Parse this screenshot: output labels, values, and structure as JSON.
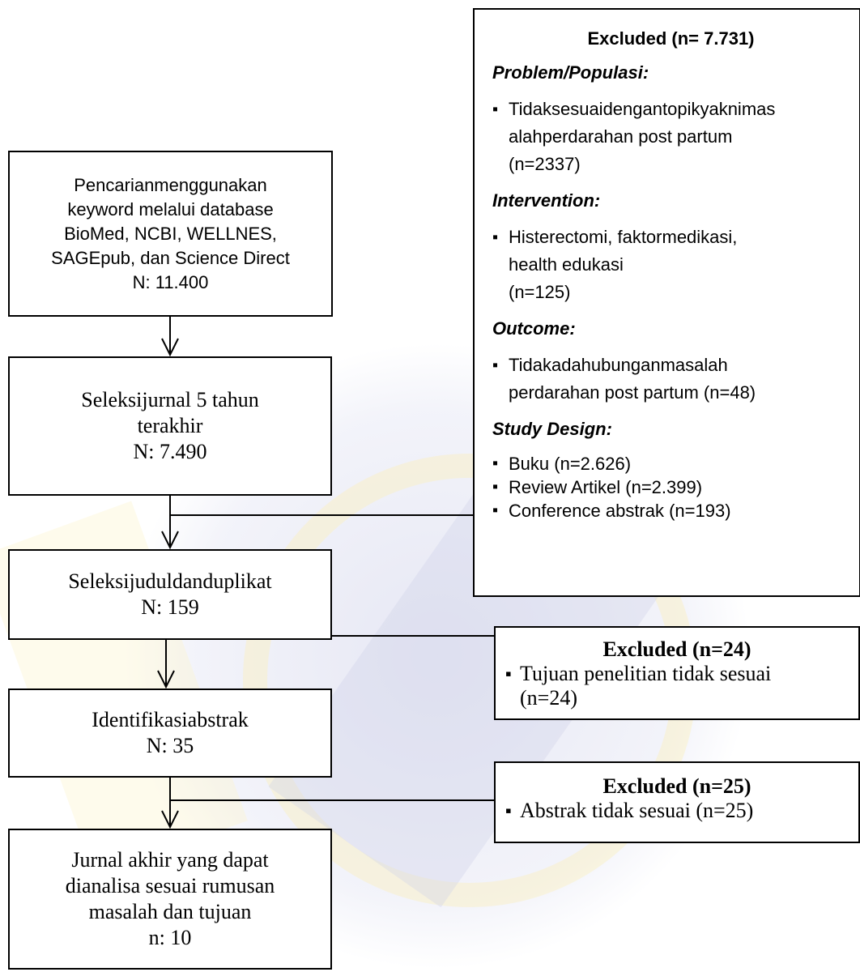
{
  "flow": {
    "search": {
      "lines": [
        "Pencarianmenggunakan",
        "keyword melalui database",
        "BioMed, NCBI, WELLNES,",
        "SAGEpub, dan Science Direct",
        "N: 11.400"
      ]
    },
    "screen5yr": {
      "lines": [
        "Seleksijurnal 5 tahun",
        "terakhir",
        "N: 7.490"
      ]
    },
    "title_dup": {
      "lines": [
        "Seleksijuduldanduplikat",
        "N: 159"
      ]
    },
    "abstract_id": {
      "lines": [
        "Identifikasiabstrak",
        "N: 35"
      ]
    },
    "final": {
      "lines": [
        "Jurnal akhir yang dapat",
        "dianalisa sesuai rumusan",
        "masalah dan tujuan",
        "n: 10"
      ]
    }
  },
  "excluded_main": {
    "title": "Excluded (n= 7.731)",
    "sections": [
      {
        "label": "Problem/Populasi:",
        "items": [
          {
            "lines": [
              "Tidaksesuaidengantopikyaknimas",
              "alahperdarahan post partum",
              "(n=2337)"
            ]
          }
        ]
      },
      {
        "label": "Intervention:",
        "items": [
          {
            "lines": [
              "Histerectomi,  faktormedikasi,",
              "health edukasi",
              "(n=125)"
            ]
          }
        ]
      },
      {
        "label": "Outcome:",
        "items": [
          {
            "lines": [
              "Tidakadahubunganmasalah",
              "perdarahan post partum (n=48)"
            ]
          }
        ]
      },
      {
        "label": "Study Design:",
        "items": [
          {
            "lines": [
              "Buku (n=2.626)"
            ]
          },
          {
            "lines": [
              "Review Artikel (n=2.399)"
            ]
          },
          {
            "lines": [
              "Conference abstrak (n=193)"
            ]
          }
        ]
      }
    ]
  },
  "excluded_abstract": {
    "title": "Excluded (n=24)",
    "item_lines": [
      "Tujuan penelitian tidak sesuai",
      "(n=24)"
    ]
  },
  "excluded_final": {
    "title": "Excluded (n=25)",
    "item_lines": [
      "Abstrak tidak sesuai  (n=25)"
    ]
  }
}
